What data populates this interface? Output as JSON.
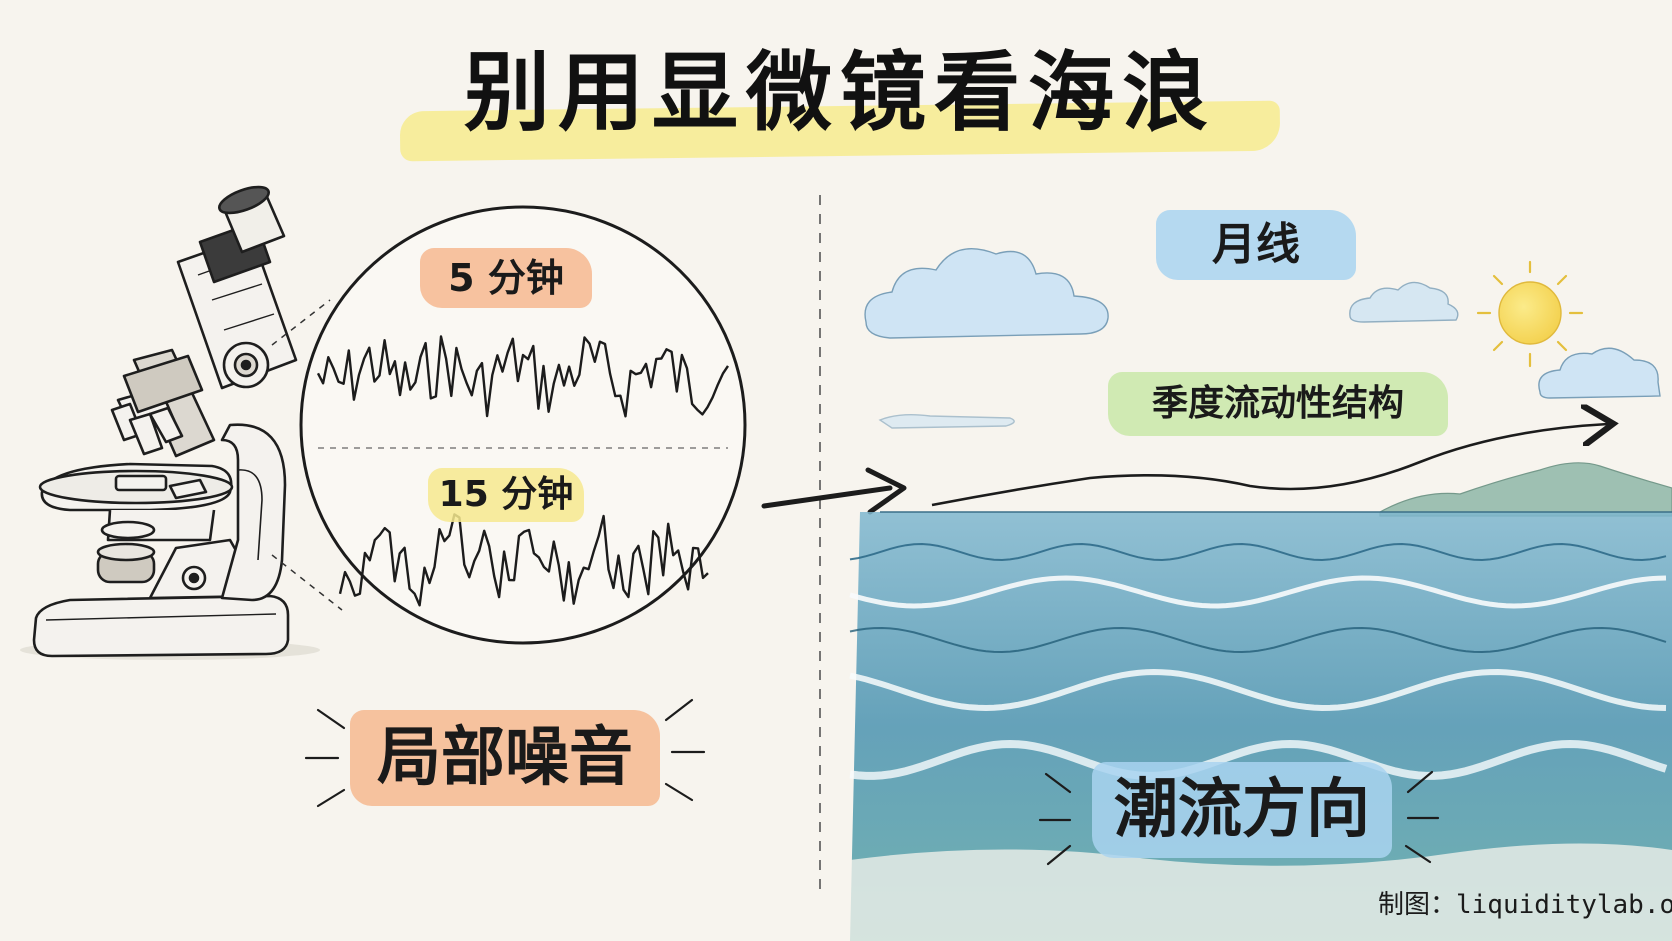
{
  "title": "别用显微镜看海浪",
  "left_panel": {
    "scope_labels": {
      "top": "5 分钟",
      "bottom": "15 分钟"
    },
    "caption": "局部噪音"
  },
  "right_panel": {
    "top_label": "月线",
    "trend_label": "季度流动性结构",
    "caption": "潮流方向"
  },
  "credit": "制图：liquiditylab.org",
  "colors": {
    "title_highlight": "#f6ec93",
    "orange_highlight": "#f6b98f",
    "yellow_highlight": "#f6e98e",
    "blue_highlight": "#a9d3f0",
    "green_highlight": "#c9e7a8",
    "sea": "#3f86a6",
    "sun": "#f6d95a"
  },
  "icons": [
    "microscope-icon",
    "magnifier-circle-icon",
    "arrow-right-icon",
    "cloud-icon",
    "sun-icon",
    "mountain-icon",
    "wave-icon"
  ]
}
